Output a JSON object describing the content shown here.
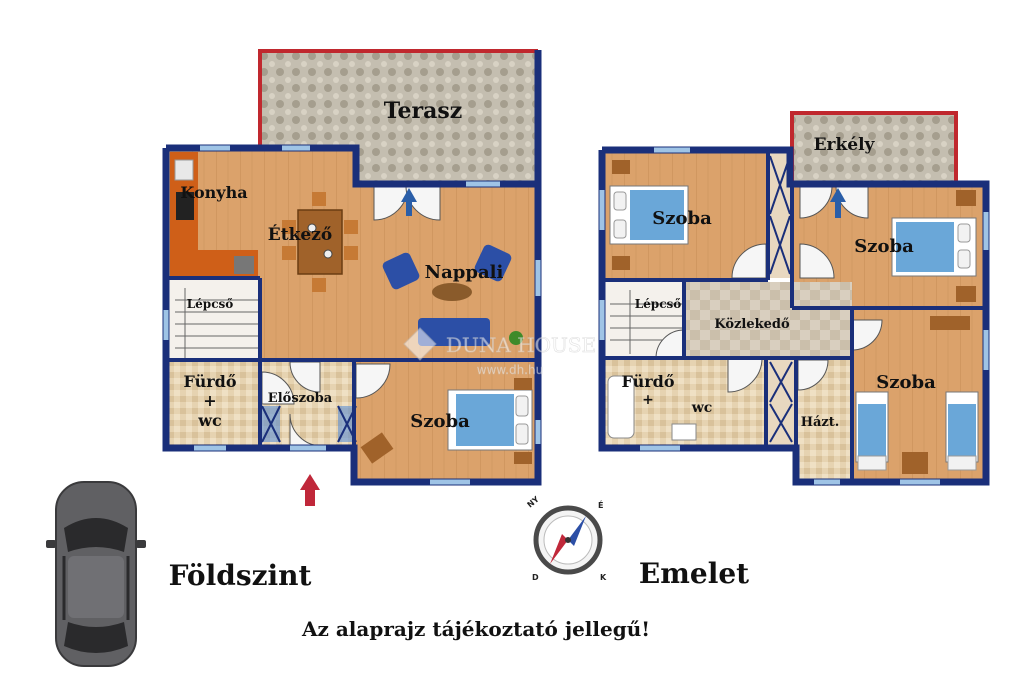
{
  "ground_floor": {
    "title": "Földszint",
    "rooms": {
      "terasz": "Terasz",
      "konyha": "Konyha",
      "etkezo": "Étkező",
      "nappali": "Nappali",
      "lepcso": "Lépcső",
      "furdo_line1": "Fürdő",
      "furdo_line2": "+",
      "furdo_line3": "wc",
      "eloszoba": "Előszoba",
      "szoba": "Szoba"
    }
  },
  "upper_floor": {
    "title": "Emelet",
    "rooms": {
      "erkely": "Erkély",
      "szoba_1": "Szoba",
      "szoba_2": "Szoba",
      "szoba_3": "Szoba",
      "lepcso": "Lépcső",
      "kozlekedo": "Közlekedő",
      "furdo_line1": "Fürdő",
      "furdo_line2": "+",
      "furdo_line3": "wc",
      "haztart": "Házt."
    }
  },
  "watermark": {
    "brand": "DUNA HOUSE",
    "url": "www.dh.hu"
  },
  "compass": {
    "ny": "NY",
    "e": "É",
    "d": "D",
    "k": "K"
  },
  "disclaimer": "Az alaprajz tájékoztató jellegű!",
  "colors": {
    "wall": "#1a2f7a",
    "wood_floor": "#dba26b",
    "tile_floor": "#e6d3b1",
    "terrace": "#bdb7a8",
    "terrace_edge": "#c0282e",
    "bed_blue": "#6aa7d8",
    "window": "#9fc4e6",
    "entrance_arrow": "#c0283a",
    "balcony_arrow": "#2a5ea8"
  }
}
